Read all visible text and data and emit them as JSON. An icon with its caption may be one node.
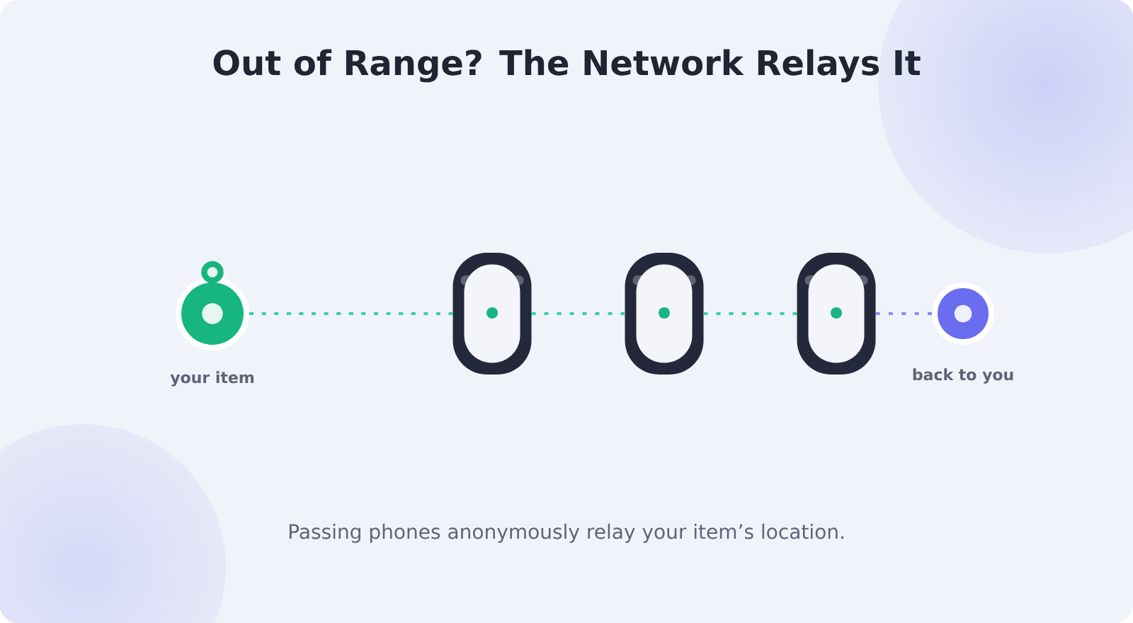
{
  "diagram": {
    "title": "Out of Range? The Network Relays It",
    "caption": "Passing phones anonymously relay your item’s location.",
    "nodes": [
      {
        "text": [
          "your item"
        ]
      },
      {
        "text": [],
        "shape": "phone"
      },
      {
        "text": [],
        "shape": "phone"
      },
      {
        "text": [],
        "shape": "phone"
      },
      {
        "text": [
          "back to you"
        ]
      }
    ],
    "edges": [
      {
        "from": 0,
        "to": 1,
        "arrow": "none"
      },
      {
        "from": 1,
        "to": 2,
        "arrow": "none"
      },
      {
        "from": 2,
        "to": 3,
        "arrow": "none"
      },
      {
        "from": 3,
        "to": 4,
        "arrow": "none",
        "color": "#818cf8"
      }
    ]
  }
}
